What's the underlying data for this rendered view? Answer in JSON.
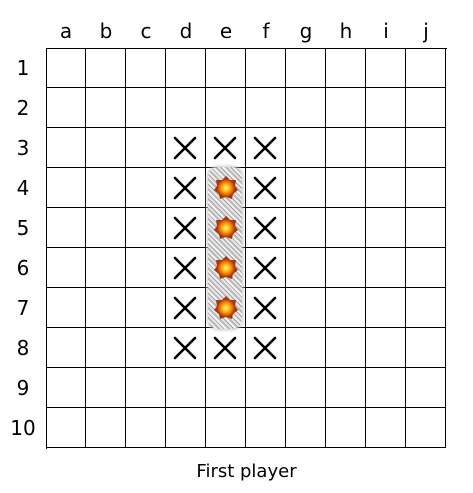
{
  "board": {
    "columns": [
      "a",
      "b",
      "c",
      "d",
      "e",
      "f",
      "g",
      "h",
      "i",
      "j"
    ],
    "rows": [
      "1",
      "2",
      "3",
      "4",
      "5",
      "6",
      "7",
      "8",
      "9",
      "10"
    ],
    "misses": [
      "d3",
      "e3",
      "f3",
      "d4",
      "f4",
      "d5",
      "f5",
      "d6",
      "f6",
      "d7",
      "f7",
      "d8",
      "e8",
      "f8"
    ],
    "hits": [
      "e4",
      "e5",
      "e6",
      "e7"
    ],
    "sunk_ship": {
      "cells": [
        "e4",
        "e5",
        "e6",
        "e7"
      ]
    }
  },
  "status": {
    "label": "First player"
  },
  "colors": {
    "grid_line": "#000000",
    "miss_mark": "#000000",
    "hit_fire": "#f28a00"
  }
}
